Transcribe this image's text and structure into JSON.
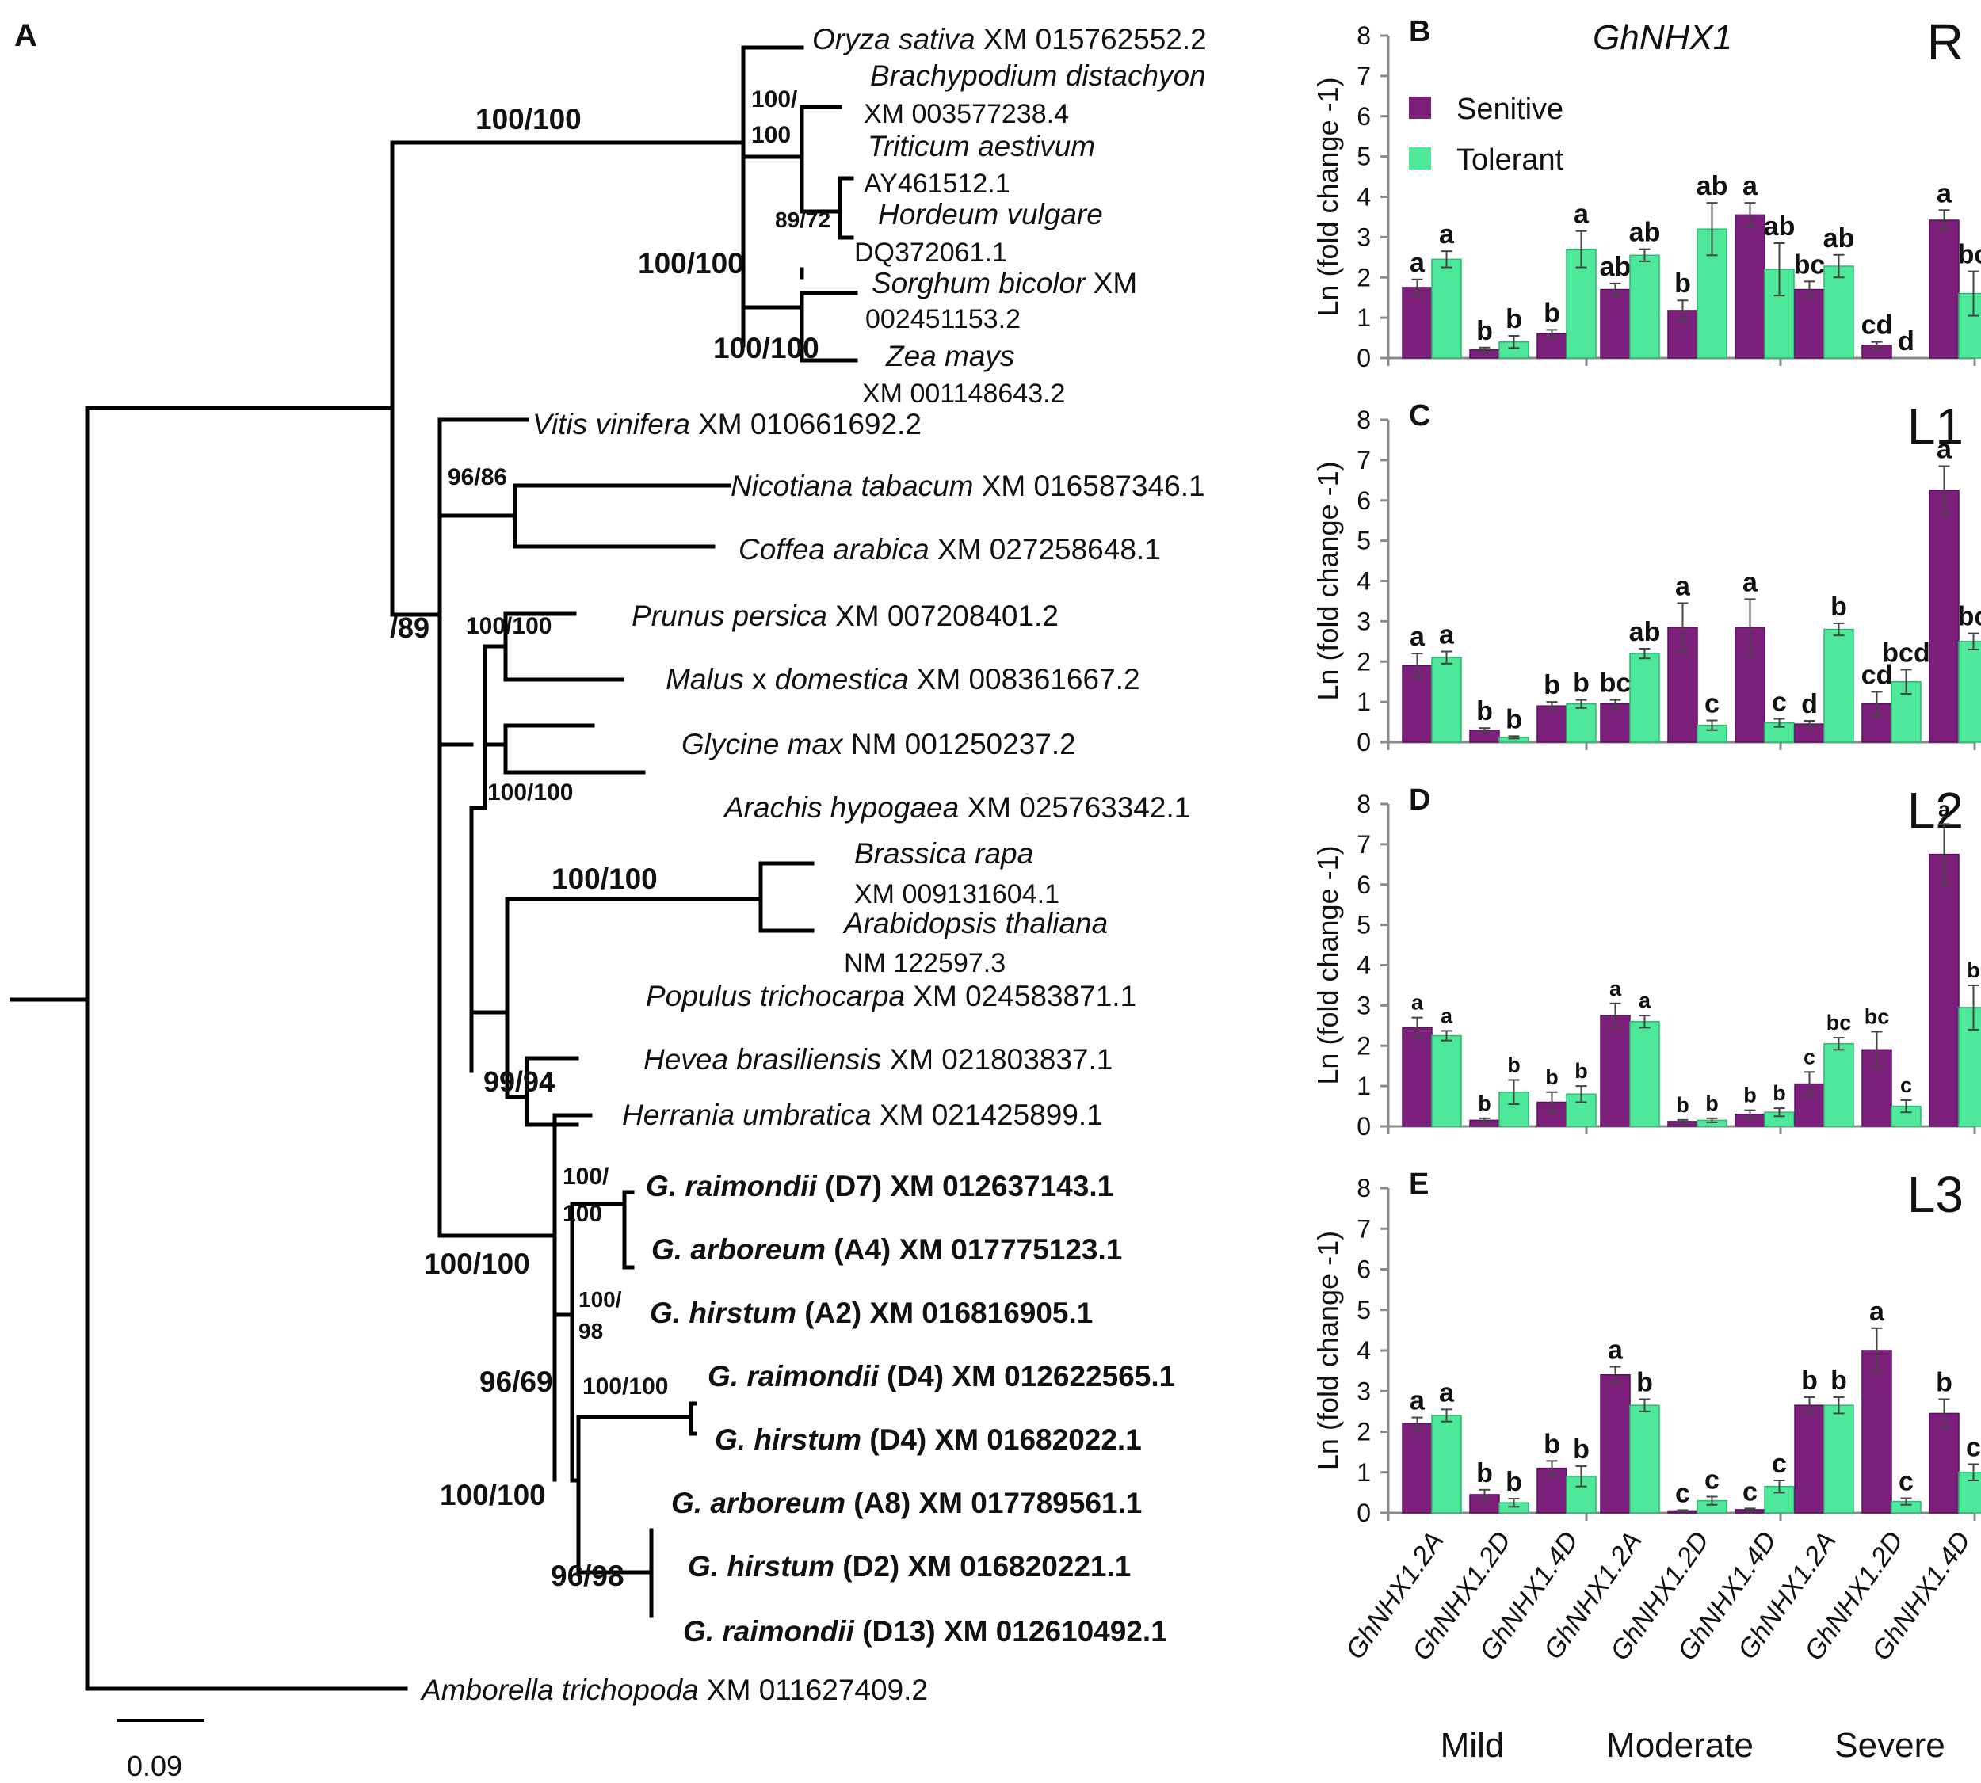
{
  "panel_letters": {
    "A": "A",
    "B": "B",
    "C": "C",
    "D": "D",
    "E": "E"
  },
  "gene_title": "GhNHX1",
  "scale_bar_label": "0.09",
  "tree": {
    "tips": [
      {
        "id": "oryza",
        "parts": [
          {
            "t": "Oryza sativa",
            "i": true
          },
          {
            "t": " XM 015762552.2"
          }
        ]
      },
      {
        "id": "brachy",
        "parts": [
          {
            "t": "Brachypodium distachyon",
            "i": true
          }
        ],
        "line2": "XM 003577238.4"
      },
      {
        "id": "triticum",
        "parts": [
          {
            "t": "Triticum aestivum",
            "i": true
          }
        ],
        "line2": "AY461512.1"
      },
      {
        "id": "hordeum",
        "parts": [
          {
            "t": "Hordeum vulgare",
            "i": true
          }
        ],
        "line2": "DQ372061.1"
      },
      {
        "id": "sorghum",
        "parts": [
          {
            "t": "Sorghum bicolor",
            "i": true
          },
          {
            "t": " XM"
          }
        ],
        "line2": "002451153.2"
      },
      {
        "id": "zea",
        "parts": [
          {
            "t": "Zea mays",
            "i": true
          }
        ],
        "line2": "XM 001148643.2"
      },
      {
        "id": "vitis",
        "parts": [
          {
            "t": "Vitis vinifera",
            "i": true
          },
          {
            "t": " XM 010661692.2"
          }
        ]
      },
      {
        "id": "nicotiana",
        "parts": [
          {
            "t": "Nicotiana tabacum",
            "i": true
          },
          {
            "t": " XM 016587346.1"
          }
        ]
      },
      {
        "id": "coffea",
        "parts": [
          {
            "t": "Coffea arabica",
            "i": true
          },
          {
            "t": " XM 027258648.1"
          }
        ]
      },
      {
        "id": "prunus",
        "parts": [
          {
            "t": "Prunus persica",
            "i": true
          },
          {
            "t": " XM 007208401.2"
          }
        ]
      },
      {
        "id": "malus",
        "parts": [
          {
            "t": "Malus",
            "i": true
          },
          {
            "t": " x "
          },
          {
            "t": "domestica",
            "i": true
          },
          {
            "t": " XM 008361667.2"
          }
        ]
      },
      {
        "id": "glycine",
        "parts": [
          {
            "t": "Glycine max",
            "i": true
          },
          {
            "t": " NM 001250237.2"
          }
        ]
      },
      {
        "id": "arachis",
        "parts": [
          {
            "t": "Arachis hypogaea",
            "i": true
          },
          {
            "t": " XM 025763342.1"
          }
        ]
      },
      {
        "id": "brassica",
        "parts": [
          {
            "t": "Brassica rapa",
            "i": true
          }
        ],
        "line2": "XM 009131604.1"
      },
      {
        "id": "arabidopsis",
        "parts": [
          {
            "t": "Arabidopsis thaliana",
            "i": true
          }
        ],
        "line2": "NM 122597.3"
      },
      {
        "id": "populus",
        "parts": [
          {
            "t": "Populus trichocarpa",
            "i": true
          },
          {
            "t": " XM 024583871.1"
          }
        ]
      },
      {
        "id": "hevea",
        "parts": [
          {
            "t": "Hevea brasiliensis",
            "i": true
          },
          {
            "t": " XM 021803837.1"
          }
        ]
      },
      {
        "id": "herrania",
        "parts": [
          {
            "t": "Herrania umbratica",
            "i": true
          },
          {
            "t": " XM 021425899.1"
          }
        ]
      },
      {
        "id": "graim_d7",
        "bold": true,
        "parts": [
          {
            "t": "G. raimondii",
            "i": true
          },
          {
            "t": " (D7) XM 012637143.1"
          }
        ]
      },
      {
        "id": "garb_a4",
        "bold": true,
        "parts": [
          {
            "t": "G. arboreum",
            "i": true
          },
          {
            "t": " (A4) XM 017775123.1"
          }
        ]
      },
      {
        "id": "ghir_a2",
        "bold": true,
        "parts": [
          {
            "t": "G. hirstum",
            "i": true
          },
          {
            "t": " (A2) XM 016816905.1"
          }
        ]
      },
      {
        "id": "graim_d4",
        "bold": true,
        "parts": [
          {
            "t": "G. raimondii",
            "i": true
          },
          {
            "t": " (D4) XM 012622565.1"
          }
        ]
      },
      {
        "id": "ghir_d4",
        "bold": true,
        "parts": [
          {
            "t": "G. hirstum",
            "i": true
          },
          {
            "t": " (D4) XM 01682022.1"
          }
        ]
      },
      {
        "id": "garb_a8",
        "bold": true,
        "parts": [
          {
            "t": "G. arboreum",
            "i": true
          },
          {
            "t": " (A8) XM 017789561.1"
          }
        ]
      },
      {
        "id": "ghir_d2",
        "bold": true,
        "parts": [
          {
            "t": "G. hirstum",
            "i": true
          },
          {
            "t": " (D2) XM 016820221.1"
          }
        ]
      },
      {
        "id": "graim_d13",
        "bold": true,
        "parts": [
          {
            "t": "G. raimondii",
            "i": true
          },
          {
            "t": " (D13) XM 012610492.1"
          }
        ]
      },
      {
        "id": "amborella",
        "parts": [
          {
            "t": "Amborella trichopoda",
            "i": true
          },
          {
            "t": " XM 011627409.2"
          }
        ]
      }
    ],
    "support_labels": [
      {
        "id": "poaceae",
        "text": "100/100"
      },
      {
        "id": "pooideae_a",
        "text": "100/"
      },
      {
        "id": "pooideae_b",
        "text": "100"
      },
      {
        "id": "triticeae",
        "text": "89/72"
      },
      {
        "id": "core_grass",
        "text": "100/100"
      },
      {
        "id": "panicoideae",
        "text": "100/100"
      },
      {
        "id": "asterids",
        "text": "96/86"
      },
      {
        "id": "root_eudicot",
        "text": "/89"
      },
      {
        "id": "rosaceae",
        "text": "100/100"
      },
      {
        "id": "fabaceae",
        "text": "100/100"
      },
      {
        "id": "brassicaceae",
        "text": "100/100"
      },
      {
        "id": "malpighiales",
        "text": "99/94"
      },
      {
        "id": "gossypium_a_a",
        "text": "100/"
      },
      {
        "id": "gossypium_a_b",
        "text": "100"
      },
      {
        "id": "gossypium_b_a",
        "text": "100/"
      },
      {
        "id": "gossypium_b_b",
        "text": "98"
      },
      {
        "id": "malvaceae",
        "text": "100/100"
      },
      {
        "id": "gossypium_c",
        "text": "100/100"
      },
      {
        "id": "gossypium_all",
        "text": "96/69"
      },
      {
        "id": "gossypium_d",
        "text": "100/100"
      },
      {
        "id": "gossypium_e",
        "text": "96/98"
      }
    ]
  },
  "colors": {
    "sensitive": "#7b1f7b",
    "tolerant": "#4de89a",
    "axis": "#8a8a8a",
    "text": "#111111"
  },
  "legend": {
    "sensitive": "Senitive",
    "tolerant": "Tolerant"
  },
  "chart_data": [
    {
      "panel": "B",
      "tissue": "R",
      "type": "bar",
      "ylabel": "Ln (fold change -1)",
      "ylim": [
        0,
        8
      ],
      "yticks": [
        "0",
        "1",
        "2",
        "3",
        "4",
        "5",
        "6",
        "7",
        "8"
      ],
      "groups": [
        "Mild",
        "Moderate",
        "Severe"
      ],
      "categories": [
        "GhNHX1.2A",
        "GhNHX1.2D",
        "GhNHX1.4D"
      ],
      "series": [
        {
          "name": "Senitive",
          "values": [
            1.75,
            0.2,
            0.6,
            1.7,
            1.18,
            3.55,
            1.7,
            0.32,
            3.42
          ],
          "errors": [
            0.2,
            0.06,
            0.1,
            0.15,
            0.25,
            0.3,
            0.2,
            0.08,
            0.25
          ],
          "labels": [
            "a",
            "b",
            "b",
            "ab",
            "b",
            "a",
            "bc",
            "cd",
            "a"
          ]
        },
        {
          "name": "Tolerant",
          "values": [
            2.45,
            0.4,
            2.7,
            2.55,
            3.2,
            2.2,
            2.28,
            0.0,
            1.6
          ],
          "errors": [
            0.2,
            0.15,
            0.45,
            0.15,
            0.65,
            0.65,
            0.28,
            0.0,
            0.55
          ],
          "labels": [
            "a",
            "b",
            "a",
            "ab",
            "ab",
            "ab",
            "ab",
            "d",
            "bc"
          ]
        }
      ]
    },
    {
      "panel": "C",
      "tissue": "L1",
      "type": "bar",
      "ylabel": "Ln (fold change -1)",
      "ylim": [
        0,
        8
      ],
      "yticks": [
        "0",
        "1",
        "2",
        "3",
        "4",
        "5",
        "6",
        "7",
        "8"
      ],
      "categories": [
        "GhNHX1.2A",
        "GhNHX1.2D",
        "GhNHX1.4D"
      ],
      "series": [
        {
          "name": "Senitive",
          "values": [
            1.9,
            0.3,
            0.9,
            0.95,
            2.85,
            2.85,
            0.45,
            0.95,
            6.25
          ],
          "errors": [
            0.3,
            0.05,
            0.1,
            0.1,
            0.6,
            0.7,
            0.08,
            0.3,
            0.6
          ],
          "labels": [
            "a",
            "b",
            "b",
            "bc",
            "a",
            "a",
            "d",
            "cd",
            "a"
          ]
        },
        {
          "name": "Tolerant",
          "values": [
            2.1,
            0.12,
            0.95,
            2.2,
            0.42,
            0.48,
            2.8,
            1.5,
            2.5
          ],
          "errors": [
            0.15,
            0.03,
            0.1,
            0.12,
            0.12,
            0.1,
            0.15,
            0.3,
            0.2
          ],
          "labels": [
            "a",
            "b",
            "b",
            "ab",
            "c",
            "c",
            "b",
            "bcd",
            "bc"
          ]
        }
      ]
    },
    {
      "panel": "D",
      "tissue": "L2",
      "type": "bar",
      "ylabel": "Ln (fold change -1)",
      "ylim": [
        0,
        8
      ],
      "yticks": [
        "0",
        "1",
        "2",
        "3",
        "4",
        "5",
        "6",
        "7",
        "8"
      ],
      "categories": [
        "GhNHX1.2A",
        "GhNHX1.2D",
        "GhNHX1.4D"
      ],
      "series": [
        {
          "name": "Senitive",
          "values": [
            2.45,
            0.15,
            0.6,
            2.75,
            0.12,
            0.3,
            1.05,
            1.9,
            6.75
          ],
          "errors": [
            0.25,
            0.05,
            0.25,
            0.3,
            0.04,
            0.1,
            0.3,
            0.45,
            0.75
          ],
          "labels": [
            "a",
            "b",
            "b",
            "a",
            "b",
            "b",
            "c",
            "bc",
            "a"
          ]
        },
        {
          "name": "Tolerant",
          "values": [
            2.25,
            0.85,
            0.8,
            2.6,
            0.15,
            0.35,
            2.05,
            0.5,
            2.95
          ],
          "errors": [
            0.12,
            0.3,
            0.2,
            0.15,
            0.05,
            0.1,
            0.15,
            0.15,
            0.55
          ],
          "labels": [
            "a",
            "b",
            "b",
            "a",
            "b",
            "b",
            "bc",
            "c",
            "b"
          ]
        }
      ]
    },
    {
      "panel": "E",
      "tissue": "L3",
      "type": "bar",
      "ylabel": "Ln (fold change -1)",
      "ylim": [
        0,
        8
      ],
      "yticks": [
        "0",
        "1",
        "2",
        "3",
        "4",
        "5",
        "6",
        "7",
        "8"
      ],
      "categories": [
        "GhNHX1.2A",
        "GhNHX1.2D",
        "GhNHX1.4D"
      ],
      "series": [
        {
          "name": "Senitive",
          "values": [
            2.2,
            0.45,
            1.1,
            3.4,
            0.05,
            0.08,
            2.65,
            4.0,
            2.45
          ],
          "errors": [
            0.15,
            0.12,
            0.18,
            0.2,
            0.02,
            0.03,
            0.2,
            0.55,
            0.35
          ],
          "labels": [
            "a",
            "b",
            "b",
            "a",
            "c",
            "c",
            "b",
            "a",
            "b"
          ]
        },
        {
          "name": "Tolerant",
          "values": [
            2.4,
            0.25,
            0.9,
            2.65,
            0.3,
            0.65,
            2.65,
            0.28,
            1.0
          ],
          "errors": [
            0.15,
            0.1,
            0.25,
            0.15,
            0.1,
            0.15,
            0.2,
            0.08,
            0.2
          ],
          "labels": [
            "a",
            "b",
            "b",
            "b",
            "c",
            "c",
            "b",
            "c",
            "c"
          ]
        }
      ]
    }
  ]
}
